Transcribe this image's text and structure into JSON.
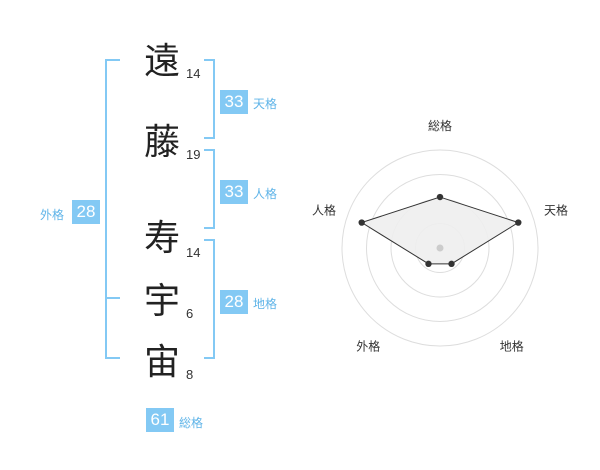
{
  "name_chars": [
    {
      "char": "遠",
      "strokes": "14"
    },
    {
      "char": "藤",
      "strokes": "19"
    },
    {
      "char": "寿",
      "strokes": "14"
    },
    {
      "char": "宇",
      "strokes": "6"
    },
    {
      "char": "宙",
      "strokes": "8"
    }
  ],
  "fortunes": {
    "tenkaku": {
      "value": "33",
      "label": "天格"
    },
    "jinkaku": {
      "value": "33",
      "label": "人格"
    },
    "chikaku": {
      "value": "28",
      "label": "地格"
    },
    "gaikaku": {
      "value": "28",
      "label": "外格"
    },
    "soukaku": {
      "value": "61",
      "label": "総格"
    }
  },
  "colors": {
    "accent": "#83c9f4",
    "accent_text": "#5fb4e8",
    "radar_fill": "#eeeeee",
    "radar_line": "#333333",
    "ring": "#dddddd"
  },
  "chart_data": {
    "type": "radar",
    "axes": [
      "総格",
      "天格",
      "地格",
      "外格",
      "人格"
    ],
    "values": [
      2.6,
      4.2,
      1.0,
      1.0,
      4.2
    ],
    "max": 5,
    "rings": 4
  }
}
